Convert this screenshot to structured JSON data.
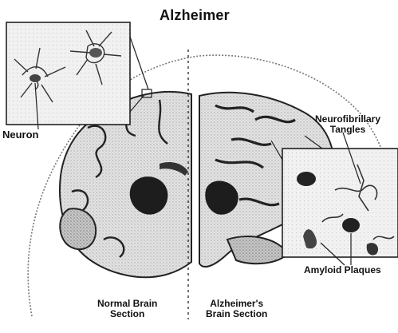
{
  "title": "Alzheimer",
  "labels": {
    "neuron": "Neuron",
    "tangles_line1": "Neurofibrillary",
    "tangles_line2": "Tangles",
    "plaques": "Amyloid Plaques",
    "normal_line1": "Normal Brain",
    "normal_line2": "Section",
    "alz_line1": "Alzheimer's",
    "alz_line2": "Brain Section"
  }
}
